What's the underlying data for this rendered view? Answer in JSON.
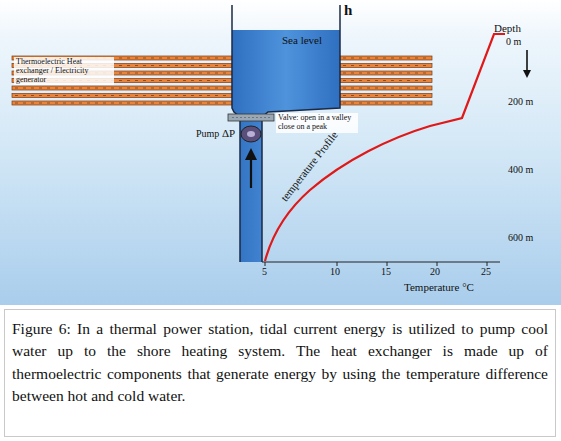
{
  "diagram": {
    "caption": "Figure 6: In a thermal power station, tidal current energy is utilized to pump cool water up to the shore heating system. The heat exchanger is made up of thermoelectric components that generate energy by using the temperature difference between hot and cold water.",
    "labels": [
      "h",
      "Depth",
      "Sea level",
      "0 m",
      "Thermoelectric Heat exchanger / Electricity generator",
      "200 m",
      "Valve: open in a valley close on a peak",
      "Pump",
      "ΔP",
      "400 m",
      "temperature Profile",
      "600 m",
      "5",
      "10",
      "15",
      "20",
      "25",
      "Temperature °C"
    ]
  }
}
